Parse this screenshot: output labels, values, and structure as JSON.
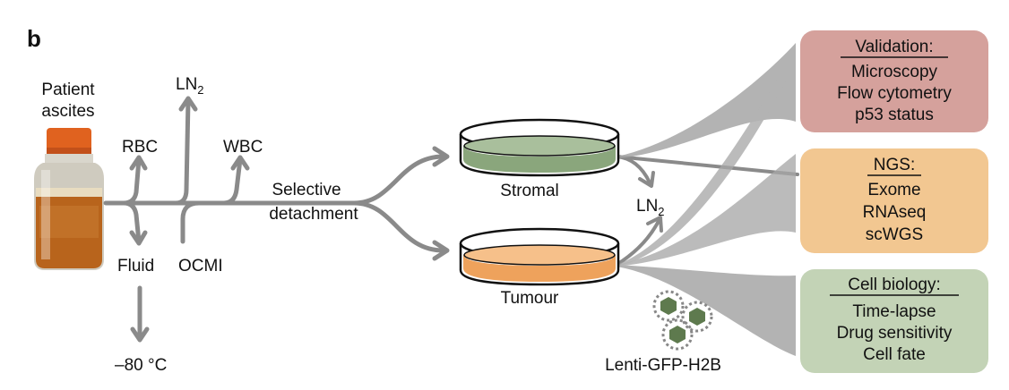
{
  "panel_letter": "b",
  "sample": {
    "line1": "Patient",
    "line2": "ascites"
  },
  "labels": {
    "rbc": "RBC",
    "ln2_top": "LN",
    "ln2_top_sub": "2",
    "wbc": "WBC",
    "fluid": "Fluid",
    "ocmi": "OCMI",
    "minus80": "–80 °C",
    "selective": "Selective",
    "detachment": "detachment",
    "stromal": "Stromal",
    "tumour": "Tumour",
    "ln2_mid": "LN",
    "ln2_mid_sub": "2",
    "lenti": "Lenti-GFP-H2B"
  },
  "boxes": [
    {
      "title": "Validation:",
      "items": [
        "Microscopy",
        "Flow cytometry",
        "p53 status"
      ],
      "color": "#d5a19c"
    },
    {
      "title": "NGS:",
      "items": [
        "Exome",
        "RNAseq",
        "scWGS"
      ],
      "color": "#f2c791"
    },
    {
      "title": "Cell biology:",
      "items": [
        "Time-lapse",
        "Drug sensitivity",
        "Cell fate"
      ],
      "color": "#c3d3b6"
    }
  ],
  "colors": {
    "arrow": "#8a8a8a",
    "stromal_fill": "#8aa67c",
    "tumour_fill": "#eea25c",
    "bottle_cap": "#e0621f",
    "bottle_liquid": "#b8641c",
    "virus_core": "#5e7a4e"
  }
}
